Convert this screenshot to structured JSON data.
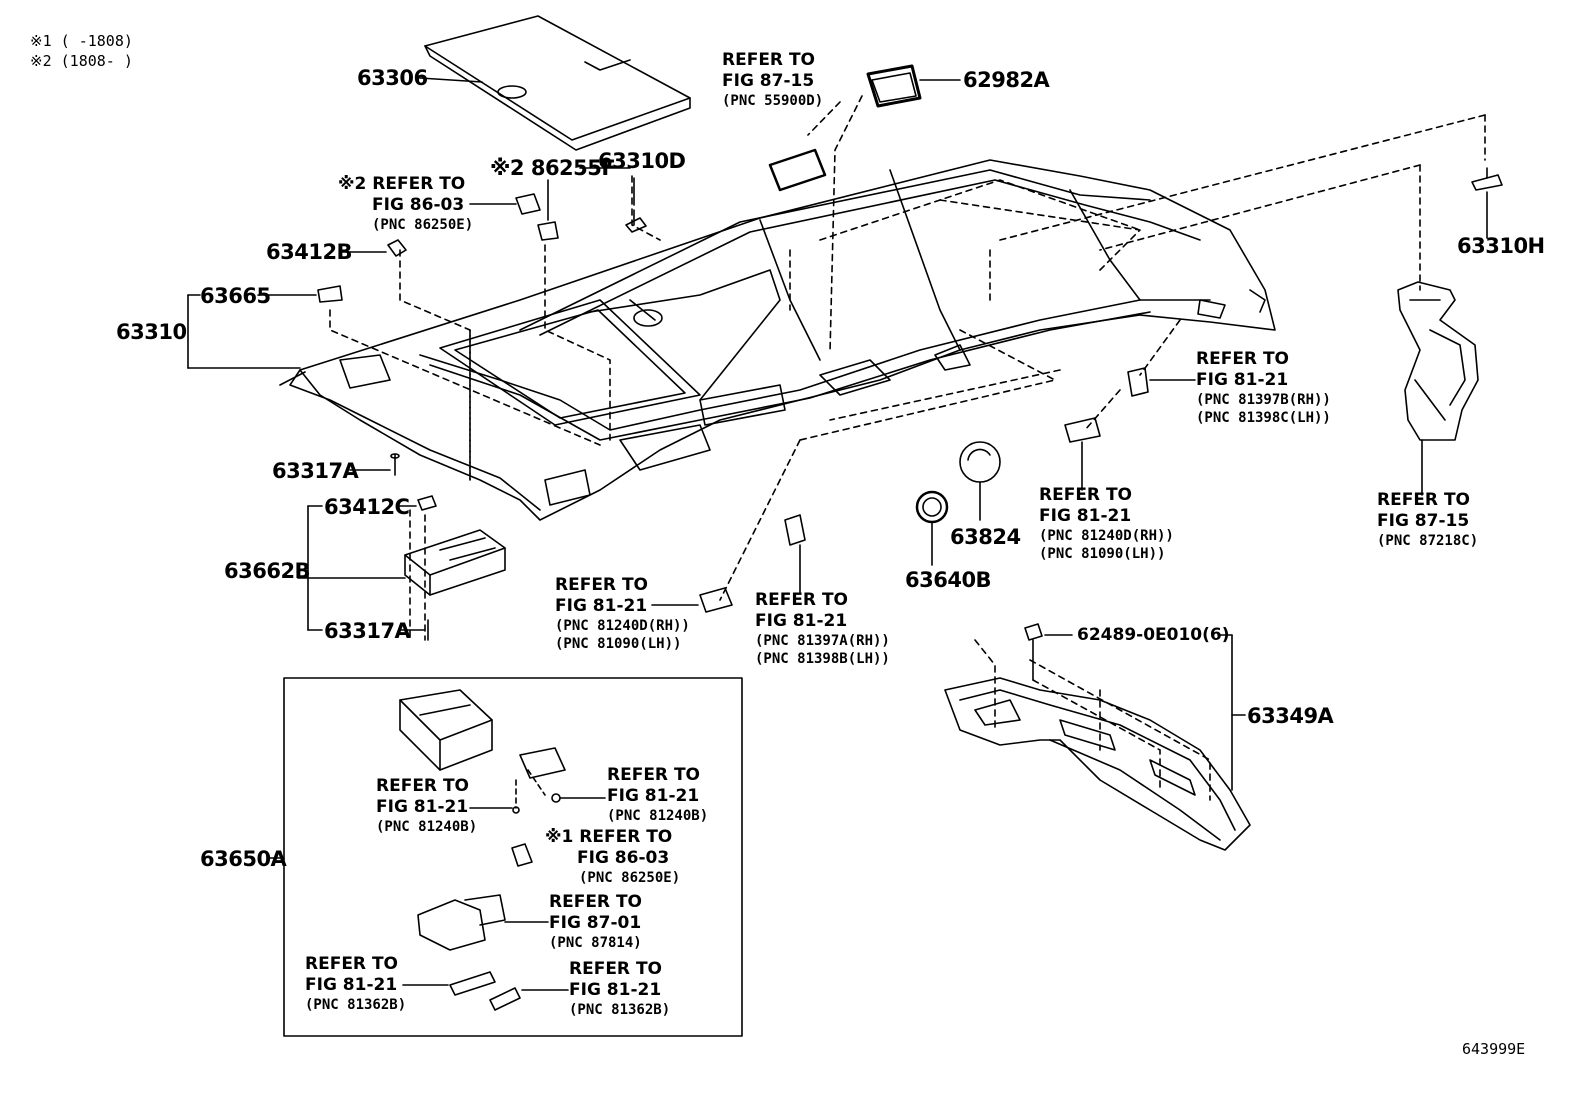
{
  "notes": {
    "note1": "※1 (     -1808)",
    "note2": "※2 (1808-     )"
  },
  "parts": {
    "p63306": "63306",
    "p62982A": "62982A",
    "p86255F": "※2 86255F",
    "p63310D": "63310D",
    "p63412B": "63412B",
    "p63665": "63665",
    "p63310": "63310",
    "p63317A_top": "63317A",
    "p63412C": "63412C",
    "p63662B": "63662B",
    "p63317A_bottom": "63317A",
    "p63310H": "63310H",
    "p63824": "63824",
    "p63640B": "63640B",
    "p62489": "62489-0E010(6)",
    "p63349A": "63349A",
    "p63650A": "63650A"
  },
  "refs": {
    "r_55900D": {
      "line1": "REFER TO",
      "line2": "FIG 87-15",
      "pnc": "(PNC 55900D)"
    },
    "r_86250E_top": {
      "line1": "※2 REFER TO",
      "line2": "FIG 86-03",
      "pnc": "(PNC 86250E)"
    },
    "r_81397B": {
      "line1": "REFER TO",
      "line2": "FIG 81-21",
      "pnc": "(PNC 81397B(RH))",
      "pnc2": "(PNC 81398C(LH))"
    },
    "r_87218C": {
      "line1": "REFER TO",
      "line2": "FIG 87-15",
      "pnc": "(PNC 87218C)"
    },
    "r_81240D_right": {
      "line1": "REFER TO",
      "line2": "FIG 81-21",
      "pnc": "(PNC 81240D(RH))",
      "pnc2": "(PNC 81090(LH))"
    },
    "r_81240D_left": {
      "line1": "REFER TO",
      "line2": "FIG 81-21",
      "pnc": "(PNC 81240D(RH))",
      "pnc2": "(PNC 81090(LH))"
    },
    "r_81397A": {
      "line1": "REFER TO",
      "line2": "FIG 81-21",
      "pnc": "(PNC 81397A(RH))",
      "pnc2": "(PNC 81398B(LH))"
    },
    "r_81240B_left": {
      "line1": "REFER TO",
      "line2": "FIG 81-21",
      "pnc": "(PNC 81240B)"
    },
    "r_81240B_right": {
      "line1": "REFER TO",
      "line2": "FIG 81-21",
      "pnc": "(PNC 81240B)"
    },
    "r_86250E_box": {
      "line1": "※1 REFER TO",
      "line2": "FIG 86-03",
      "pnc": "(PNC 86250E)"
    },
    "r_87814": {
      "line1": "REFER TO",
      "line2": "FIG 87-01",
      "pnc": "(PNC 87814)"
    },
    "r_81362B_left": {
      "line1": "REFER TO",
      "line2": "FIG 81-21",
      "pnc": "(PNC 81362B)"
    },
    "r_81362B_right": {
      "line1": "REFER TO",
      "line2": "FIG 81-21",
      "pnc": "(PNC 81362B)"
    }
  },
  "figure_id": "643999E",
  "colors": {
    "ink": "#000000",
    "background": "#ffffff"
  }
}
